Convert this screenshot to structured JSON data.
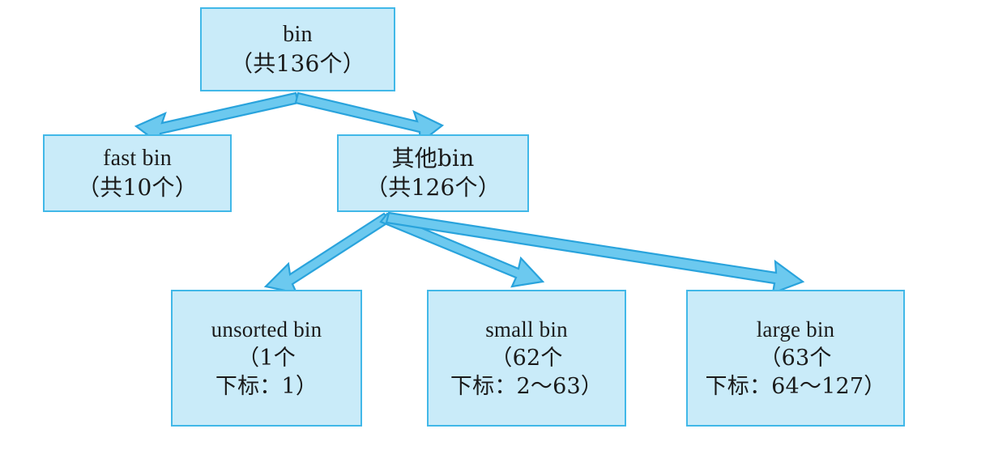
{
  "diagram": {
    "title": "bin structure hierarchy",
    "colors": {
      "box_fill": "#c9ebf9",
      "box_border": "#41b8e8",
      "arrow_fill": "#6cc9ef",
      "arrow_stroke": "#2ba6dd",
      "text": "#1a1a1a",
      "background": "#ffffff"
    },
    "nodes": {
      "bin": {
        "line1": "bin",
        "line2": "（共136个）"
      },
      "fast_bin": {
        "line1": "fast bin",
        "line2": "（共10个）"
      },
      "other_bin": {
        "line1": "其他bin",
        "line2": "（共126个）"
      },
      "unsorted_bin": {
        "line1": "unsorted bin",
        "line2": "（1个",
        "line3": "下标：1）"
      },
      "small_bin": {
        "line1": "small bin",
        "line2": "（62个",
        "line3": "下标：2～63）"
      },
      "large_bin": {
        "line1": "large bin",
        "line2": "（63个",
        "line3": "下标：64～127）"
      }
    },
    "edges": [
      {
        "from": "bin",
        "to": "fast_bin"
      },
      {
        "from": "bin",
        "to": "other_bin"
      },
      {
        "from": "other_bin",
        "to": "unsorted_bin"
      },
      {
        "from": "other_bin",
        "to": "small_bin"
      },
      {
        "from": "other_bin",
        "to": "large_bin"
      }
    ]
  }
}
